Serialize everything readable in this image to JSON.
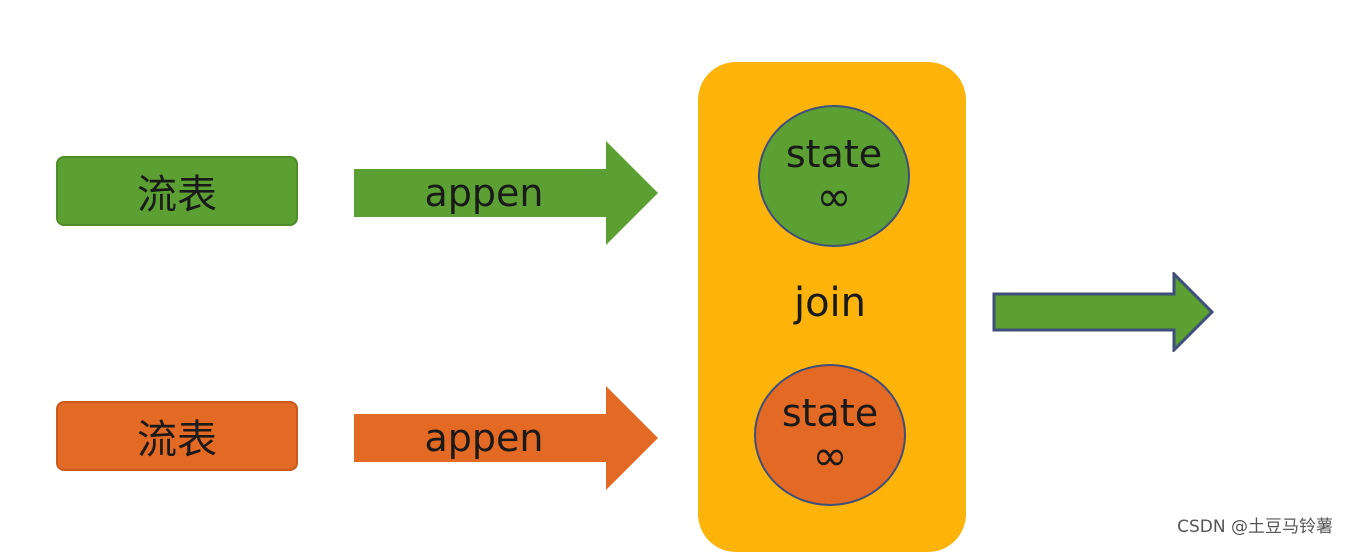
{
  "streams": [
    {
      "label": "流表",
      "color": "#5ca033",
      "border": "#4f8c2a"
    },
    {
      "label": "流表",
      "color": "#e36a24",
      "border": "#c95a1c"
    }
  ],
  "arrows": [
    {
      "label": "appen",
      "color": "#5ca033"
    },
    {
      "label": "appen",
      "color": "#e36a24"
    }
  ],
  "operator": {
    "label": "join",
    "color": "#fcb40a",
    "states": [
      {
        "label": "state",
        "symbol": "∞",
        "color": "#5ca033"
      },
      {
        "label": "state",
        "symbol": "∞",
        "color": "#e36a24"
      }
    ]
  },
  "output_arrow": {
    "color": "#5ca033",
    "border": "#3f4f7a"
  },
  "watermark": "CSDN @土豆马铃薯"
}
